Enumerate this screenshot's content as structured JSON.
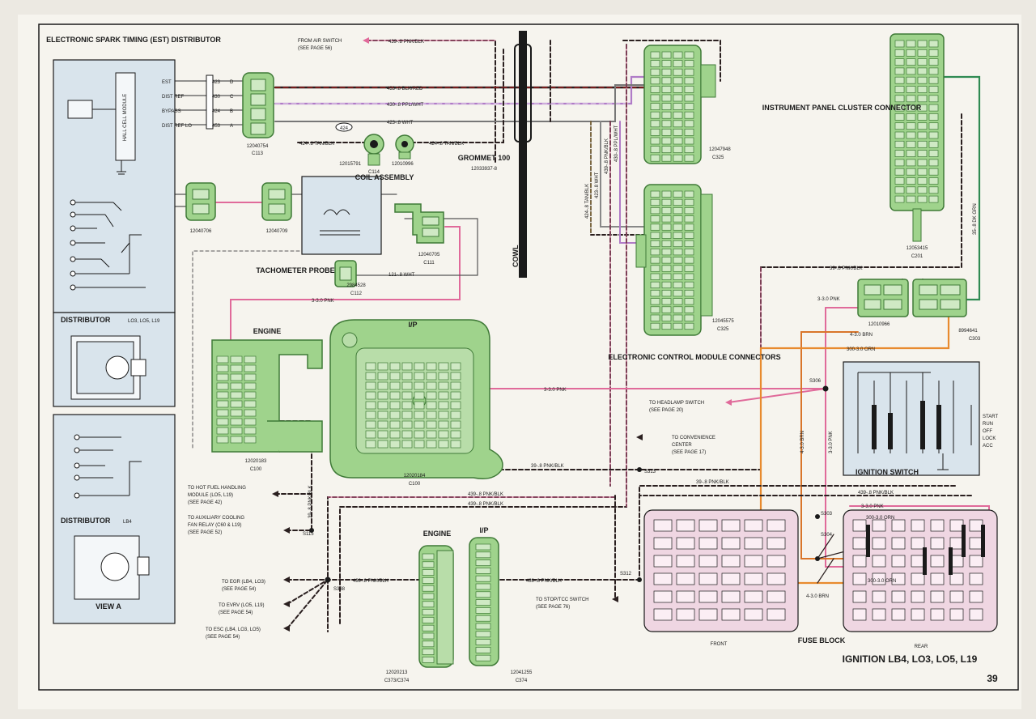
{
  "title": "IGNITION LB4, LO3, LO5, L19",
  "page_number": "39",
  "colors": {
    "paper": "#f6f4ee",
    "connector_green": "#9fd38c",
    "connector_stroke": "#3f7a37",
    "box_blue": "#d9e4ec",
    "fuse_pink": "#efd6e2",
    "wire_pink": "#e06a9a",
    "wire_orange": "#e88a2e",
    "wire_green": "#2f8a52",
    "wire_dark": "#2a1f1f",
    "wire_red": "#a31919"
  },
  "components": {
    "est_distributor": "ELECTRONIC SPARK TIMING (EST) DISTRIBUTOR",
    "hall_module": "HALL CELL MODULE",
    "distributor_lo3": "DISTRIBUTOR",
    "distributor_lo3_note": "LO3, LO5, L19",
    "distributor_lb4": "DISTRIBUTOR",
    "distributor_lb4_note": "LB4",
    "view_a": "VIEW A",
    "coil": "COIL ASSEMBLY",
    "tach": "TACHOMETER PROBE",
    "engine_left": "ENGINE",
    "ip": "I/P",
    "grommet": "GROMMET 100",
    "grommet_part": "12033937-8",
    "cowl": "COWL",
    "ecm": "ELECTRONIC CONTROL MODULE CONNECTORS",
    "ipc": "INSTRUMENT PANEL CLUSTER CONNECTOR",
    "ignition_switch": "IGNITION SWITCH",
    "fuse_block": "FUSE BLOCK",
    "front": "FRONT",
    "rear": "REAR",
    "engine_bottom": "ENGINE",
    "ip_bottom": "I/P"
  },
  "dist_pins": [
    {
      "name": "EST",
      "wire": "423",
      "pin": "D"
    },
    {
      "name": "DIST REF",
      "wire": "430",
      "pin": "C"
    },
    {
      "name": "BYPASS",
      "wire": "424",
      "pin": "B"
    },
    {
      "name": "DIST REF LO",
      "wire": "453",
      "pin": "A"
    }
  ],
  "part_numbers": {
    "c113_num": "12040754",
    "c113": "C113",
    "c114_a": "12015791",
    "c114": "C114",
    "c114_b": "12010996",
    "c114_tag": "424",
    "dist_conn_a": "12040706",
    "dist_conn_b": "12040709",
    "coil_num": "12040705",
    "c111": "C111",
    "tach_num": "2984528",
    "c112": "C112",
    "c100_num": "12020183",
    "c100": "C100",
    "ip_num": "12020184",
    "ip_c100": "C100",
    "ecm_a_num": "12047948",
    "c325_a": "C325",
    "ecm_b_num": "12045575",
    "c325_b": "C325",
    "ipc_num": "12053415",
    "c201": "C201",
    "c303_a_num": "12010966",
    "c303_b_num": "8994641",
    "c303": "C303",
    "c373_num": "12020213",
    "c373": "C373/C374",
    "c374_num": "12041255",
    "c374": "C374"
  },
  "wire_labels": {
    "from_air": "FROM AIR SWITCH",
    "from_air_page": "(SEE PAGE 56)",
    "w439_top": "439-.8 PNK/BLK",
    "w453": "453-.8 BLK/RED",
    "w430": "430-.8 PPL/WHT",
    "w423": "423-.8 WHT",
    "w424a": "424-.8 TAN/BLK",
    "w424b": "424-.8 TAN/BLK",
    "v424": "424-.8 TAN/BLK",
    "v423": "423-.8 WHT",
    "v439": "439-.8 PNK/BLK",
    "v430": "430-.8 PPL/WHT",
    "v35": "35-.8 DK GRN",
    "w121": "121-.8 WHT",
    "w3pnk_a": "3-3.0 PNK",
    "w3pnk_b": "3-3.0 PNK",
    "w3pnk_c": "3-3.0 PNK",
    "v3pnk": "3-3.0 PNK",
    "w39_a": "39-.8 PNK/BLK",
    "w39_b": "39-.8 PNK/BLK",
    "w39_c": "39-.8 PNK/BLK",
    "v39": "39-.8 PNK/BLK",
    "w439_b": "439-.8 PNK/BLK",
    "w439_c": "439-.8 PNK/BLK",
    "w439_d": "439-.8 PNK/BLK",
    "w439_e": "439-.8 PNK/BLK",
    "w439_f": "439-.8 PNK/BLK",
    "w4brn": "4-3.0 BRN",
    "v4brn": "4-3.0 BRN",
    "w4brn_b": "4-3.0 BRN",
    "w300a": "300-3.0 ORN",
    "w300b": "300-3.0 ORN",
    "w300c": "300-3.0 ORN",
    "w3pnk_fb": "3-3.0 PNK",
    "to_headlamp": "TO HEADLAMP SWITCH",
    "to_headlamp_page": "(SEE PAGE 20)",
    "to_conv": "TO CONVENIENCE",
    "to_conv2": "CENTER",
    "to_conv_page": "(SEE PAGE 17)",
    "to_hot": "TO HOT FUEL HANDLING",
    "to_hot2": "MODULE (LO5, L19)",
    "to_hot_page": "(SEE PAGE 42)",
    "to_aux": "TO AUXILIARY COOLING",
    "to_aux2": "FAN RELAY (C60 & L19)",
    "to_aux_page": "(SEE PAGE 52)",
    "to_egr": "TO EGR (LB4, LO3)",
    "to_egr_page": "(SEE PAGE 54)",
    "to_evrv": "TO EVRV (LO5, L19)",
    "to_evrv_page": "(SEE PAGE 54)",
    "to_esc": "TO ESC (LB4, LO3, LO5)",
    "to_esc_page": "(SEE PAGE 54)",
    "to_stop": "TO STOP/TCC SWITCH",
    "to_stop_page": "(SEE PAGE 76)"
  },
  "splices": {
    "s306": "S306",
    "s313": "S313",
    "s115": "S115",
    "s338": "S338",
    "s312": "S312",
    "s303": "S303",
    "s304": "S304"
  },
  "switch_positions": [
    "START",
    "RUN",
    "OFF",
    "LOCK",
    "ACC"
  ]
}
